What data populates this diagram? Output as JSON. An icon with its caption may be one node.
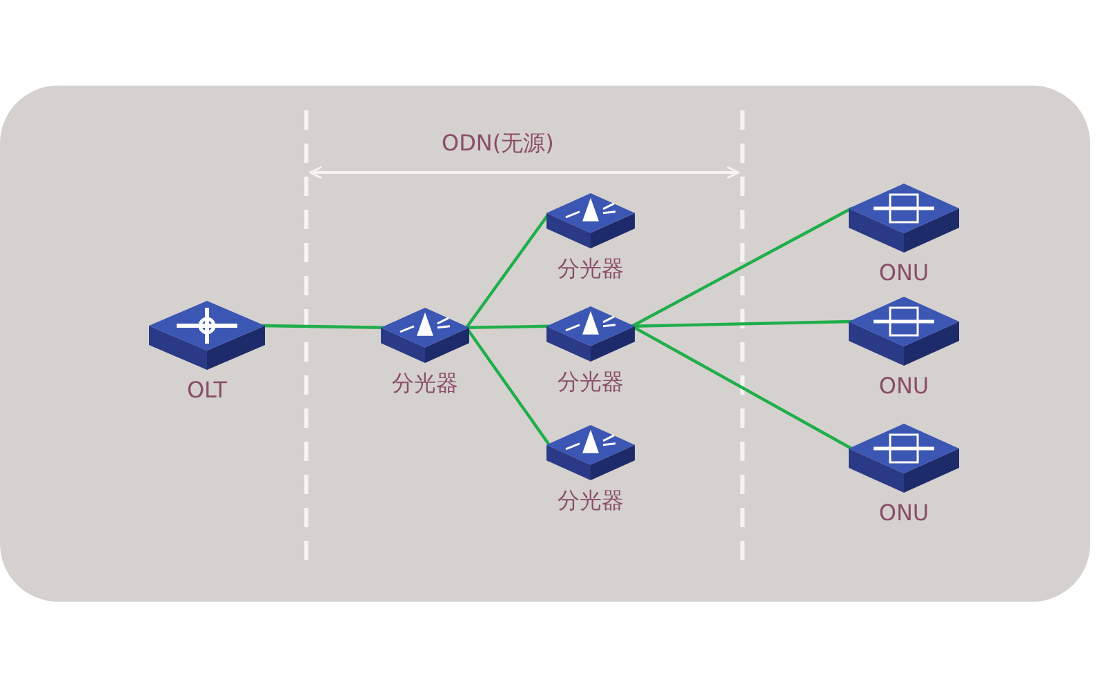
{
  "diagram": {
    "nodes": [
      {
        "text": [
          "OLT"
        ]
      },
      {
        "text": [
          "分光器"
        ]
      },
      {
        "text": [
          "分光器"
        ]
      },
      {
        "text": [
          "分光器"
        ]
      },
      {
        "text": [
          "分光器"
        ]
      },
      {
        "text": [
          "ONU"
        ]
      },
      {
        "text": [
          "ONU"
        ]
      },
      {
        "text": [
          "ONU"
        ]
      }
    ],
    "edges": [
      {
        "from": 0,
        "to": 1,
        "arrow": "none"
      },
      {
        "from": 1,
        "to": 2,
        "arrow": "none"
      },
      {
        "from": 1,
        "to": 3,
        "arrow": "none"
      },
      {
        "from": 1,
        "to": 4,
        "arrow": "none"
      },
      {
        "from": 3,
        "to": 5,
        "arrow": "none"
      },
      {
        "from": 3,
        "to": 6,
        "arrow": "none"
      },
      {
        "from": 3,
        "to": 7,
        "arrow": "none"
      }
    ],
    "labels": [
      "ODN(无源)"
    ]
  }
}
